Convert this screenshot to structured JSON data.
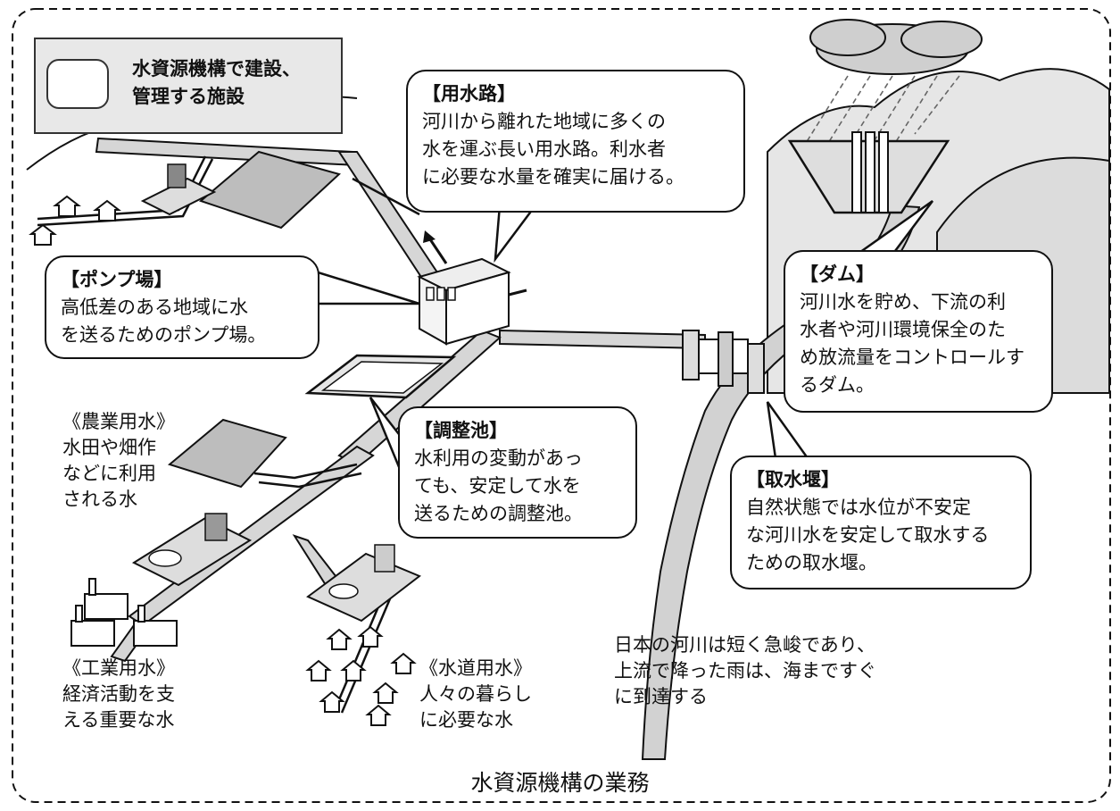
{
  "legend": {
    "text": "水資源機構で建設、\n管理する施設"
  },
  "callouts": {
    "canal": {
      "title": "【用水路】",
      "body": "河川から離れた地域に多くの\n水を運ぶ長い用水路。利水者\nに必要な水量を確実に届ける。"
    },
    "pump": {
      "title": "【ポンプ場】",
      "body": "高低差のある地域に水\nを送るためのポンプ場。"
    },
    "dam": {
      "title": "【ダム】",
      "body": "河川水を貯め、下流の利\n水者や河川環境保全のた\nめ放流量をコントロールす\nるダム。"
    },
    "pond": {
      "title": "【調整池】",
      "body": "水利用の変動があっ\nても、安定して水を\n送るための調整池。"
    },
    "weir": {
      "title": "【取水堰】",
      "body": "自然状態では水位が不安定\nな河川水を安定して取水する\nための取水堰。"
    }
  },
  "labels": {
    "agri": "《農業用水》\n水田や畑作\nなどに利用\nされる水",
    "industry": "《工業用水》\n経済活動を支\nえる重要な水",
    "water": "《水道用水》\n人々の暮らし\nに必要な水",
    "river": "日本の河川は短く急峻であり、\n上流で降った雨は、海まですぐ\nに到達する"
  },
  "caption": "水資源機構の業務"
}
